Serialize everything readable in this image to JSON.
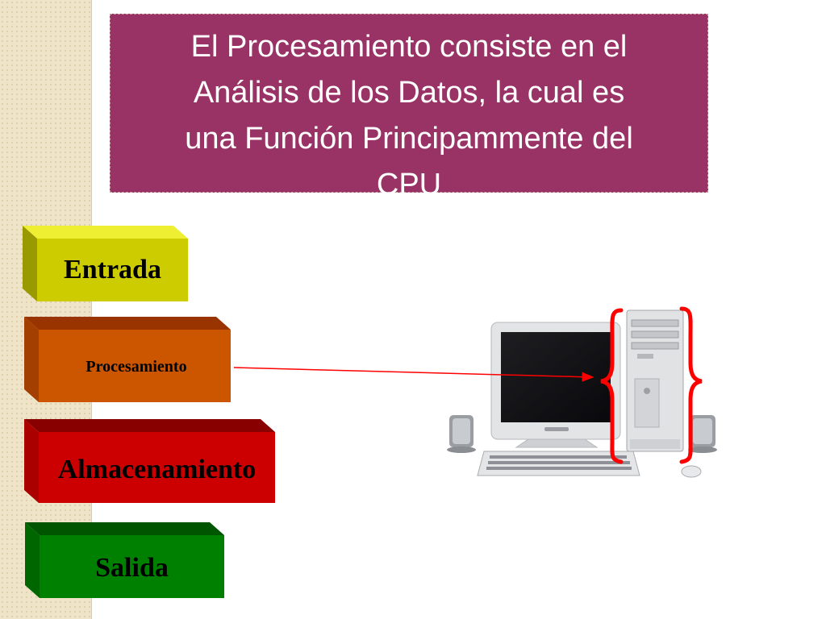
{
  "slide": {
    "title_lines": [
      "El Procesamiento consiste en el",
      "Análisis de los Datos, la cual es",
      "una Función Principammente del",
      "CPU"
    ]
  },
  "stages": [
    {
      "label": "Entrada",
      "color": "#cccc00"
    },
    {
      "label": "Procesamiento",
      "color": "#cc5500"
    },
    {
      "label": "Almacenamiento",
      "color": "#cc0000"
    },
    {
      "label": "Salida",
      "color": "#008000"
    }
  ],
  "colors": {
    "title_bg": "#993366",
    "arrow": "#ff0000",
    "brace": "#ff0000"
  },
  "icons": {
    "computer": "desktop-computer-icon",
    "brace": "curly-brace-icon"
  }
}
